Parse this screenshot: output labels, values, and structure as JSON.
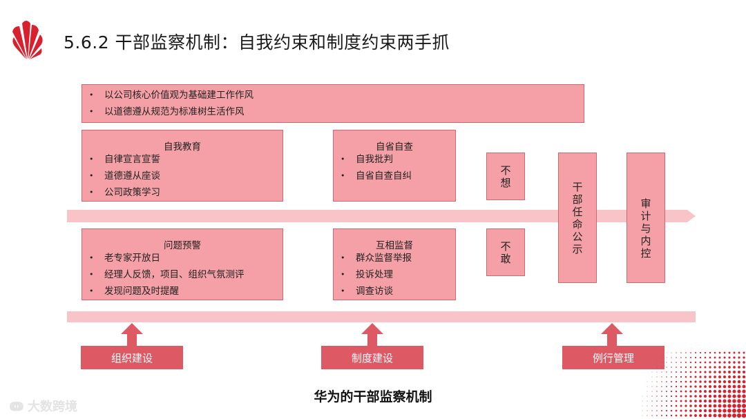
{
  "title": "5.6.2 干部监察机制：自我约束和制度约束两手抓",
  "top_box": {
    "items": [
      "以公司核心价值观为基础建工作作风",
      "以道德遵从规范为标准树生活作风"
    ]
  },
  "panels": {
    "self_education": {
      "heading": "自我教育",
      "items": [
        "自律宣言宣誓",
        "道德遵从座谈",
        "公司政策学习"
      ]
    },
    "self_examination": {
      "heading": "自省自查",
      "items": [
        "自我批判",
        "自省自查自纠"
      ]
    },
    "issue_warning": {
      "heading": "问题预警",
      "items": [
        "老专家开放日",
        "经理人反馈，项目、组织气氛测评",
        "发现问题及时提醒"
      ]
    },
    "mutual_supervision": {
      "heading": "互相监督",
      "items": [
        "群众监督举报",
        "投诉处理",
        "调查访谈"
      ]
    }
  },
  "vertical_boxes": {
    "buxiang": "不想",
    "bugan": "不敢",
    "appointment": "干部任命公示",
    "audit": "审计与内控"
  },
  "bottom_labels": {
    "organization": "组织建设",
    "system": "制度建设",
    "routine": "例行管理"
  },
  "caption": "华为的干部监察机制",
  "watermark": "大数跨境",
  "colors": {
    "box_fill": "#f4a0a6",
    "box_border": "#c96a72",
    "band": "#f8c4c8",
    "label_fill": "#dd5a64",
    "logo_red": "#d8202e"
  }
}
